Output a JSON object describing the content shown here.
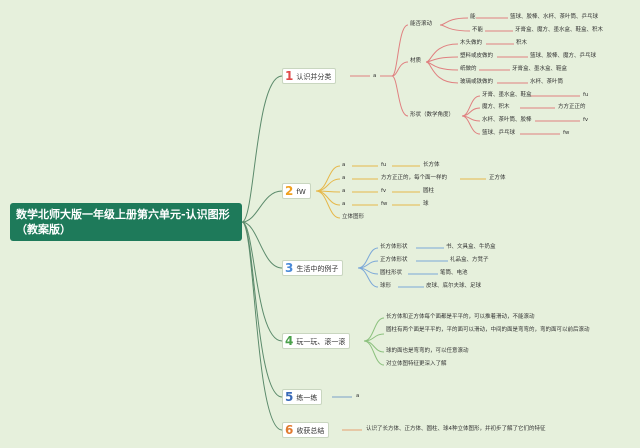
{
  "root": {
    "title": "数学北师大版一年级上册第六单元-认识图形（教案版）"
  },
  "sections": [
    {
      "number": "1",
      "label": "认识并分类",
      "note": "a"
    },
    {
      "number": "2",
      "label": "fW"
    },
    {
      "number": "3",
      "label": "生活中的例子"
    },
    {
      "number": "4",
      "label": "玩一玩、滚一滚"
    },
    {
      "number": "5",
      "label": "练一练",
      "note": "a"
    },
    {
      "number": "6",
      "label": "收获总结",
      "note": "认识了长方体、正方体、圆柱、球4种立体图形，并初步了解了它们的特征"
    }
  ],
  "s1": {
    "rolling": {
      "label": "能否滚动",
      "can": "能",
      "can_items": "篮球、胶棒、水杯、茶叶筒、乒乓球",
      "cannot": "不能",
      "cannot_items": "牙膏盒、魔方、墨水盒、鞋盒、积木"
    },
    "material": {
      "label": "材质",
      "rows": [
        {
          "k": "木头做的",
          "v": "积木"
        },
        {
          "k": "塑料或皮做的",
          "v": "篮球、胶棒、魔方、乒乓球"
        },
        {
          "k": "纸做的",
          "v": "牙膏盒、墨水盒、鞋盒"
        },
        {
          "k": "玻璃或铁做的",
          "v": "水杯、茶叶筒"
        }
      ]
    },
    "shape": {
      "label": "形状（数学角度）",
      "rows": [
        {
          "k": "牙膏、墨水盒、鞋盒",
          "v": "fu"
        },
        {
          "k": "魔方、积木",
          "v": "方方正正的"
        },
        {
          "k": "水杯、茶叶筒、胶棒",
          "v": "fv"
        },
        {
          "k": "篮球、乒乓球",
          "v": "fw"
        }
      ]
    }
  },
  "s2": {
    "rows": [
      {
        "a": "a",
        "b": "fu",
        "c": "长方体"
      },
      {
        "a": "a",
        "b": "方方正正的，每个面一样的",
        "c": "正方体"
      },
      {
        "a": "a",
        "b": "fv",
        "c": "圆柱"
      },
      {
        "a": "a",
        "b": "fw",
        "c": "球"
      }
    ],
    "last": "立体图形"
  },
  "s3": {
    "rows": [
      {
        "k": "长方体形状",
        "v": "书、文具盒、牛奶盒"
      },
      {
        "k": "正方体形状",
        "v": "礼品盒、方凳子"
      },
      {
        "k": "圆柱形状",
        "v": "笔筒、电池"
      },
      {
        "k": "球形",
        "v": "皮球、底尔夫球、足球"
      }
    ]
  },
  "s4": {
    "rows": [
      "长方体和正方体每个面都是平平的，可以推着滑动，不能滚动",
      "圆柱有两个面是平平的，平的面可以滑动，中间的面是弯弯的，弯的面可以前后滚动",
      "球的面也是弯弯的，可以任意滚动",
      "对立体图特征更深入了解"
    ]
  },
  "colors": {
    "root_bg": "#1e7a5a",
    "bg": "#e6f0dc"
  }
}
